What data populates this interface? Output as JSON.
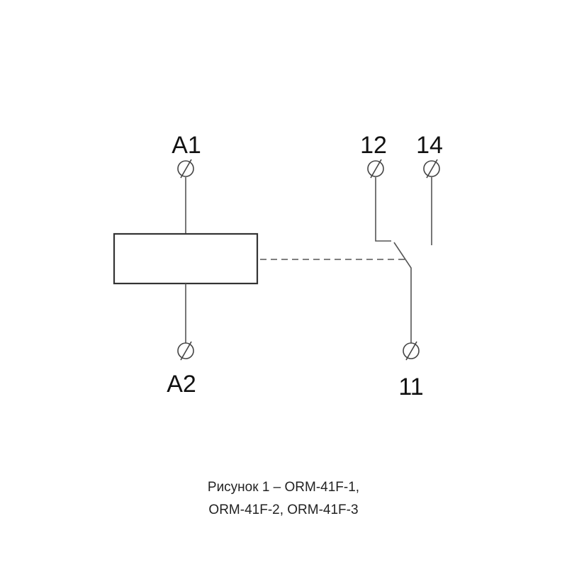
{
  "terminals": {
    "a1": "A1",
    "a2": "A2",
    "t11": "11",
    "t12": "12",
    "t14": "14"
  },
  "caption": {
    "line1": "Рисунок 1 – ORM-41F-1,",
    "line2": "ORM-41F-2, ORM-41F-3"
  }
}
